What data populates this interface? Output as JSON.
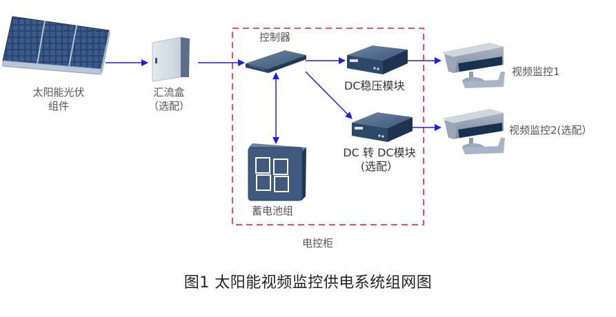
{
  "diagram": {
    "nodes": {
      "solar_panel": {
        "label_line1": "太阳能光伏",
        "label_line2": "组件"
      },
      "combiner_box": {
        "label_line1": "汇流盒",
        "label_line2": "（选配）"
      },
      "controller": {
        "label": "控制器"
      },
      "dc_regulator": {
        "label": "DC稳压模块"
      },
      "dc_dc_converter": {
        "label_line1": "DC 转 DC模块",
        "label_line2": "(选配）"
      },
      "battery_bank": {
        "label": "蓄电池组"
      },
      "camera_1": {
        "label": "视频监控1"
      },
      "camera_2": {
        "label": "视频监控2(选配）"
      }
    },
    "cabinet": {
      "label": "电控柜",
      "border_color": "#f0505a"
    },
    "edges": [
      {
        "from": "solar_panel",
        "to": "combiner_box",
        "direction": "forward"
      },
      {
        "from": "combiner_box",
        "to": "controller",
        "direction": "forward"
      },
      {
        "from": "controller",
        "to": "dc_regulator",
        "direction": "forward"
      },
      {
        "from": "controller",
        "to": "dc_dc_converter",
        "direction": "forward"
      },
      {
        "from": "controller",
        "to": "battery_bank",
        "direction": "both"
      },
      {
        "from": "dc_regulator",
        "to": "camera_1",
        "direction": "forward"
      },
      {
        "from": "dc_dc_converter",
        "to": "camera_2",
        "direction": "forward"
      }
    ],
    "arrow_color": "#1a1aff",
    "caption": "图1  太阳能视频监控供电系统组网图"
  }
}
